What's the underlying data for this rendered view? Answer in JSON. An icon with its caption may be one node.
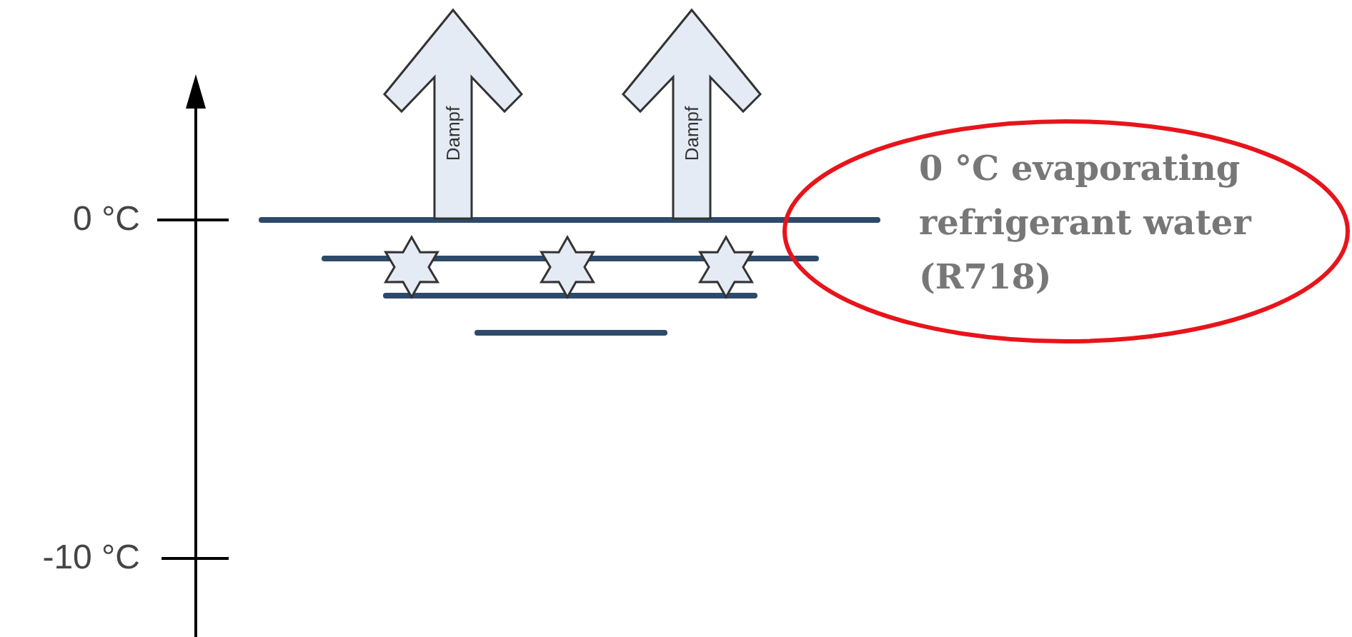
{
  "diagram": {
    "nodes": [
      {
        "text": [
          "Dampf"
        ]
      },
      {
        "text": [
          "Dampf"
        ]
      },
      {
        "text": [
          "0 °C evaporating refrigerant water (R718)"
        ]
      }
    ],
    "labels": [
      "0 °C",
      "-10 °C"
    ]
  }
}
